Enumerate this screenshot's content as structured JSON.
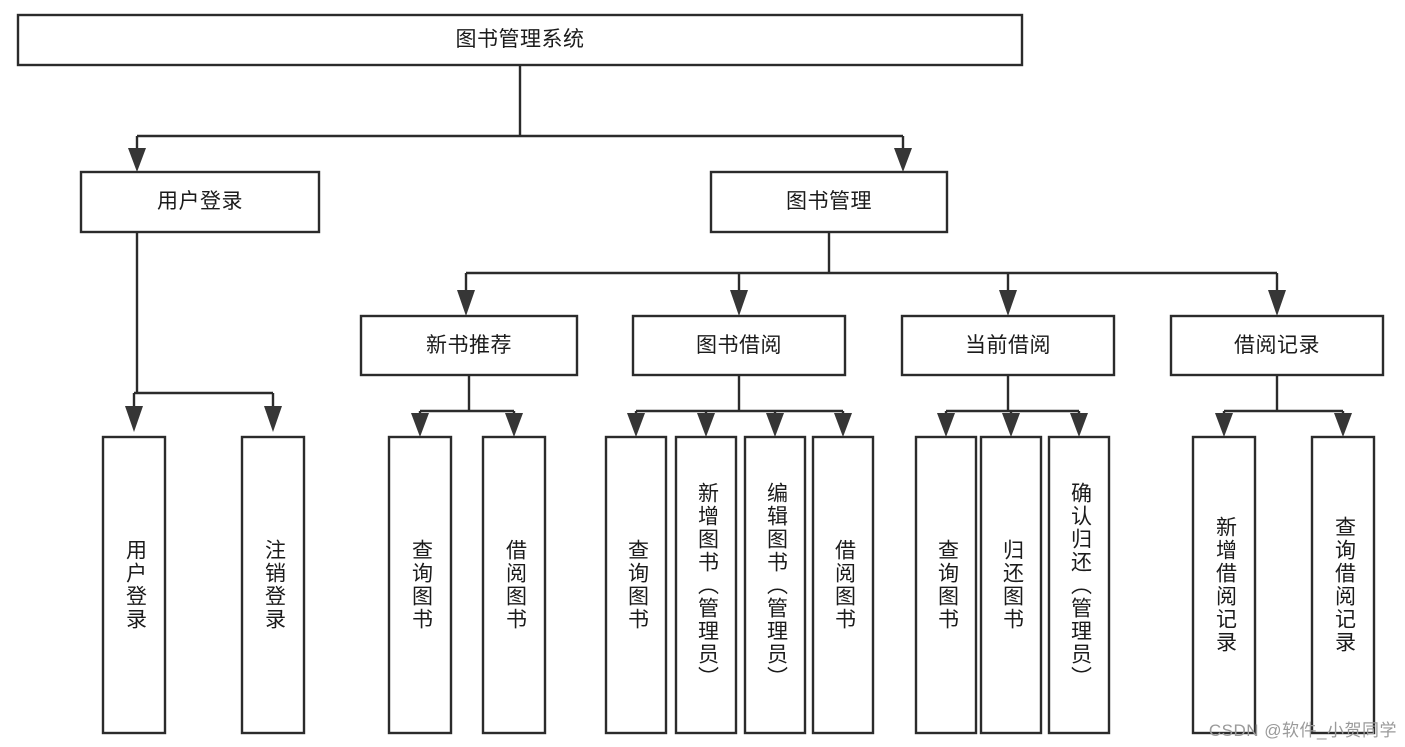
{
  "diagram": {
    "type": "tree",
    "title": "图书管理系统",
    "colors": {
      "box_stroke": "#2b2b2b",
      "box_fill": "#ffffff",
      "connector": "#2b2b2b",
      "arrow": "#363636",
      "text": "#1b1b1b",
      "watermark": "#9a9a9a",
      "background": "#ffffff"
    },
    "root": {
      "label": "图书管理系统",
      "orientation": "horizontal"
    },
    "level2": [
      {
        "label": "用户登录",
        "orientation": "horizontal"
      },
      {
        "label": "图书管理",
        "orientation": "horizontal"
      }
    ],
    "level3": [
      {
        "label": "新书推荐",
        "orientation": "horizontal"
      },
      {
        "label": "图书借阅",
        "orientation": "horizontal"
      },
      {
        "label": "当前借阅",
        "orientation": "horizontal"
      },
      {
        "label": "借阅记录",
        "orientation": "horizontal"
      }
    ],
    "leaves": {
      "user_login": [
        {
          "label": "用户登录",
          "orientation": "vertical"
        },
        {
          "label": "注销登录",
          "orientation": "vertical"
        }
      ],
      "new_book_recommend": [
        {
          "label": "查询图书",
          "orientation": "vertical"
        },
        {
          "label": "借阅图书",
          "orientation": "vertical"
        }
      ],
      "book_borrow": [
        {
          "label": "查询图书",
          "orientation": "vertical"
        },
        {
          "label": "新增图书（管理员）",
          "orientation": "vertical"
        },
        {
          "label": "编辑图书（管理员）",
          "orientation": "vertical"
        },
        {
          "label": "借阅图书",
          "orientation": "vertical"
        }
      ],
      "current_borrow": [
        {
          "label": "查询图书",
          "orientation": "vertical"
        },
        {
          "label": "归还图书",
          "orientation": "vertical"
        },
        {
          "label": "确认归还（管理员）",
          "orientation": "vertical"
        }
      ],
      "borrow_record": [
        {
          "label": "新增借阅记录",
          "orientation": "vertical"
        },
        {
          "label": "查询借阅记录",
          "orientation": "vertical"
        }
      ]
    }
  },
  "watermark": {
    "text": "CSDN @软件_小贺同学"
  }
}
